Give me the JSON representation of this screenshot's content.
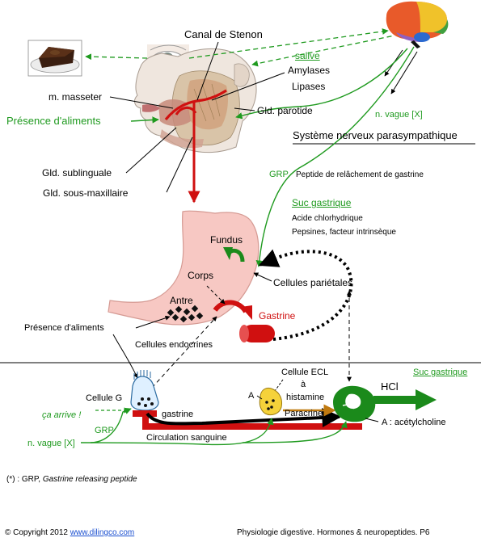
{
  "labels": {
    "canal_stenon": "Canal de Stenon",
    "salive": "salive",
    "amylases": "Amylases",
    "lipases": "Lipases",
    "masseter": "m. masseter",
    "presence_aliments_top": "Présence d'aliments",
    "gld_parotide": "Gld. parotide",
    "n_vague_top": "n. vague [X]",
    "systeme_nerveux": "Système nerveux parasympathique",
    "gld_sublinguale": "Gld. sublinguale",
    "gld_sous_maxillaire": "Gld. sous-maxillaire",
    "grp_top": "GRP",
    "grp_def": "Peptide de relâchement de gastrine",
    "suc_gastrique": "Suc gastrique",
    "acide": "Acide chlorhydrique",
    "pepsines": "Pepsines, facteur intrinsèque",
    "fundus": "Fundus",
    "corps": "Corps",
    "cellules_parietales": "Cellules pariétales",
    "antre": "Antre",
    "gastrine_top": "Gastrine",
    "presence_aliments_mid": "Présence d'aliments",
    "cellules_endocrines": "Cellules endocrines",
    "suc_gastrique_right": "Suc gastrique",
    "cellule_ecl": "Cellule ECL",
    "a_mark": "à",
    "histamine": "histamine",
    "hcl": "HCl",
    "cellule_g": "Cellule G",
    "a_label_ecl": "A",
    "gastrine_bottom": "gastrine",
    "paracrine": "Paracrine",
    "ca_arrive": "ça arrive !",
    "grp_bottom": "GRP",
    "a_acetylcholine": "A : acétylcholine",
    "circulation": "Circulation sanguine",
    "n_vague_bottom": "n. vague [X]",
    "footnote_prefix": "(*) : GRP, ",
    "footnote_italic": "Gastrine releasing peptide"
  },
  "footer": {
    "copyright": "© Copyright 2012 ",
    "website": "www.dilingco.com",
    "title": "Physiologie digestive. Hormones & neuropeptides.  P6"
  },
  "colors": {
    "green": "#1f9a1f",
    "red": "#d01010",
    "stomach_fill": "#f7c8c3",
    "stomach_stroke": "#d59a93",
    "dark_green": "#1b8a1b"
  }
}
